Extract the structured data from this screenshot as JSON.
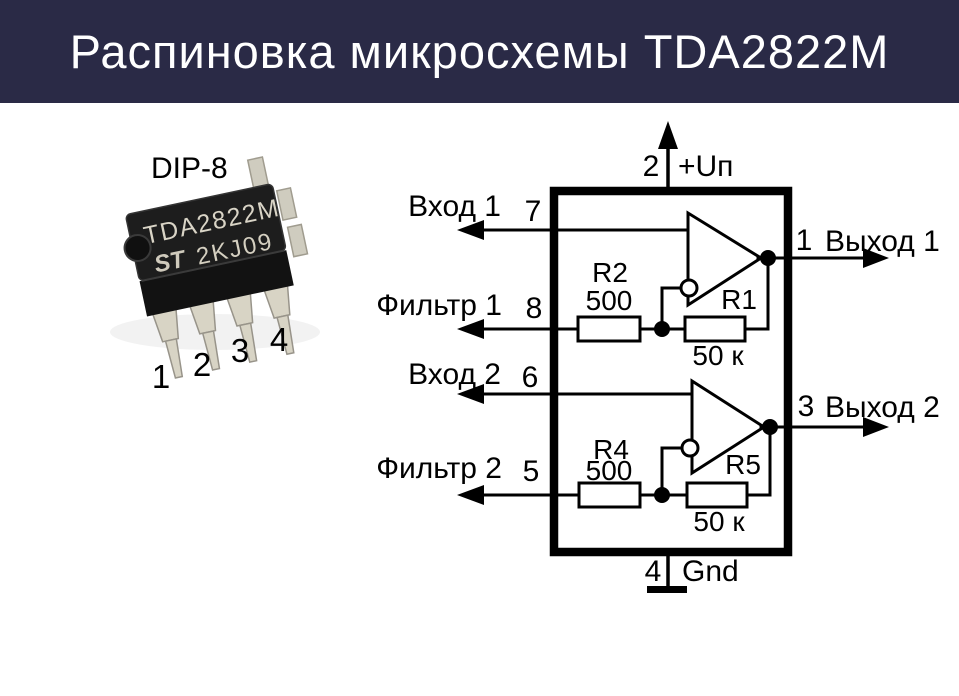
{
  "page": {
    "title": "Распиновка микросхемы TDA2822M"
  },
  "colors": {
    "header_bg": "#2a2a46",
    "header_text": "#ffffff",
    "schematic_line": "#000000",
    "chip_body": "#1d1d1d",
    "chip_pin": "#d8d4c5",
    "background": "#ffffff"
  },
  "chip": {
    "package": "DIP-8",
    "marking_line1": "TDA2822M",
    "marking_line2": "2KJ09",
    "logo": "ST",
    "pin_numbers": [
      "1",
      "2",
      "3",
      "4"
    ]
  },
  "schematic": {
    "top_pin": {
      "number": "2",
      "label": "+Uп"
    },
    "bottom_pin": {
      "number": "4",
      "label": "Gnd"
    },
    "left_pins": [
      {
        "number": "7",
        "label": "Вход 1"
      },
      {
        "number": "8",
        "label": "Фильтр 1"
      },
      {
        "number": "6",
        "label": "Вход 2"
      },
      {
        "number": "5",
        "label": "Фильтр 2"
      }
    ],
    "right_pins": [
      {
        "number": "1",
        "label": "Выход 1"
      },
      {
        "number": "3",
        "label": "Выход 2"
      }
    ],
    "resistors": {
      "r2": {
        "name": "R2",
        "value": "500"
      },
      "r1": {
        "name": "R1",
        "value": "50 к"
      },
      "r4": {
        "name": "R4",
        "value": "500"
      },
      "r5": {
        "name": "R5",
        "value": "50 к"
      }
    }
  }
}
